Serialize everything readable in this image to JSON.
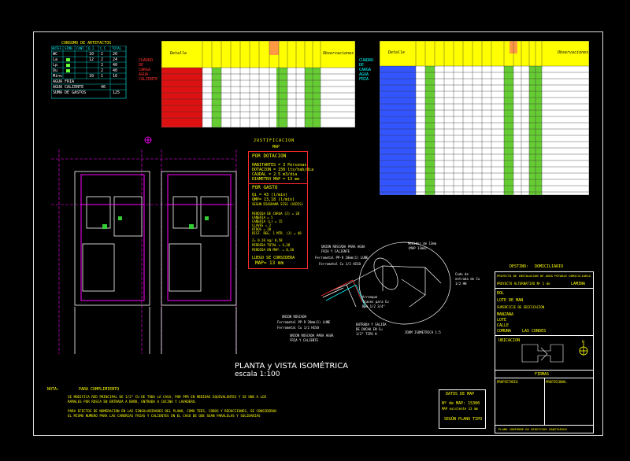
{
  "consumption": {
    "title": "CONSUMO DE ARTEFACTOS",
    "headers": [
      "ARTEF.",
      "SIMB.",
      "CANT.",
      "Q.I.",
      "C.C.",
      "TOTAL"
    ],
    "rows": [
      [
        "WC",
        "",
        "",
        "10",
        "2",
        "20"
      ],
      [
        "La",
        "",
        "",
        "12",
        "2",
        "24"
      ],
      [
        "Lp",
        "",
        "",
        "",
        "2",
        "40"
      ],
      [
        "Du",
        "",
        "",
        "",
        "2",
        "40"
      ],
      [
        "Minv",
        "",
        "",
        "10",
        "1",
        "16"
      ]
    ],
    "footer": [
      "AGUA FRIA",
      "AGUA CALIENTE",
      "SUMA DE GASTOS"
    ],
    "footer_vals": [
      "",
      "46",
      "125"
    ]
  },
  "hot_table": {
    "side_label": [
      "CUADRO",
      "DE",
      "CARGA",
      "AGUA",
      "CALIENTE"
    ],
    "col_detail": "Detalle",
    "col_obs": "Observaciones"
  },
  "cold_table": {
    "side_label": [
      "CUADRO",
      "DE",
      "CARGA",
      "AGUA",
      "FRIA"
    ],
    "col_detail": "Detalle",
    "col_obs": "Observaciones"
  },
  "justification": {
    "heading": "JUSTIFICACION",
    "subheading": "MAP",
    "box_title": "POR DOTACION",
    "lines": [
      "HABITANTES = 3 Personas",
      "DOTACION = 150 lts/hab/dia",
      "CAUDAL = 2.5 m3/dia",
      "DIAMETRO MAP = 13 mm"
    ],
    "section2": "POR GASTO",
    "lines2": [
      "Qi = 43 (l/min)",
      "QMP= 13,18 (l/min)",
      "SEGUN DIAGRAMA SISS (AIDIS)"
    ],
    "lines3": [
      "PERDIDA DE CARGA (I) = 20",
      "CAÑERIA = 5",
      "CAÑERIA (L) = 15",
      "LLAVES = 2",
      "OTROS = 20",
      "DIST. REG. 1 MTR. (J) = 48"
    ],
    "lines4": [
      "Z= 0.20 kg/ 0,58",
      "PERDIDA TOTAL = 4,38",
      "PERDIDA EN MAP. = 0,30"
    ],
    "result_title": "LUEGO SE CONSIDERA",
    "result": "MAP= 13 mm"
  },
  "drawing": {
    "title": "PLANTA y VISTA ISOMÉTRICA",
    "scale": "escala 1:100"
  },
  "iso_labels": [
    "UNION ROSCADA PARA AGUA FRIA Y CALIENTE",
    "Ferrometal PP-R 20mm(1) LUNE",
    "Ferrometal Cu 1/2 HISO",
    "Medidor de 13mm (MAP 13mm)",
    "Codo de entrada de Cu 1/2 HH",
    "Arranque llaves para Cu Bpo 1/2 3/4\"",
    "UNION ROSCADA",
    "Ferrometal PP-R 20mm(1) LUNE",
    "Ferrometal Cu 1/2 HISO",
    "UNION ROSCADA PARA AGUA FRIA Y CALIENTE",
    "ENTRADA Y SALIDA DE DUCHA EN Cu 1/2\" TIPO H",
    "ZOOM ISOMETRICA 1:5"
  ],
  "notes": {
    "title": "NOTA:",
    "title2": "PARA CUMPLIMIENTO",
    "items": [
      "SE MODIFICA RED PRINCIPAL DE 1/2\" CU DE TODA LA CASA, POR PPR EN MEDIDAS EQUIVALENTES Y SE UNE A LOS RAMALES POR ROSCA EN ENTRADA A BAÑO, ENTRADA A COCINA Y LAVADERO.",
      "PARA EFECTOS DE NUMERACION EN LAS SINGULARIDADES DEL PLANO, COMO TEES, CODOS Y REDUCCIONES, SE CONSIDERAN EL MISMO NUMERO PARA LAS CAÑERIAS FRIAS Y CALIENTES EN EL CASO DE QUE SEAN PARALELAS Y SOLIDARIAS"
    ]
  },
  "map_box": {
    "title": "DATOS DE MAP",
    "l1": "Nº de MAP: 15300",
    "l2": "MAP existente 13 mm",
    "sign": "SEGÚN PLANO TIPO"
  },
  "title_block": {
    "dest_label": "DESTINO:",
    "dest": "DOMICILIARIO",
    "project": "PROYECTO DE INSTALACION DE AGUA POTABLE DOMICILIARIA",
    "sheet": "LAMINA",
    "sub": "PROYECTO ALTERNATIVO Nº 1 de",
    "rows": [
      "ROL",
      "LOTE DE MAN",
      "SUPERFICIE DE EDIFICACION",
      "MANZANA",
      "LOTE",
      "CALLE",
      "COMUNA"
    ],
    "comuna_val": "LAS CONDES",
    "location": "UBICACION",
    "signatures": "FIRMAS",
    "owner": "PROPIETARIO",
    "professional": "PROFESIONAL",
    "footer": "PLANO CONFORME DE SERVICIOS SANITARIOS"
  },
  "colors": {
    "frame": "#dddddd",
    "cyan": "#00ffff",
    "yellow": "#ffff00",
    "red": "#ff2a2a",
    "magenta": "#ff00ff",
    "green": "#66cc33",
    "blue": "#3355ff"
  }
}
